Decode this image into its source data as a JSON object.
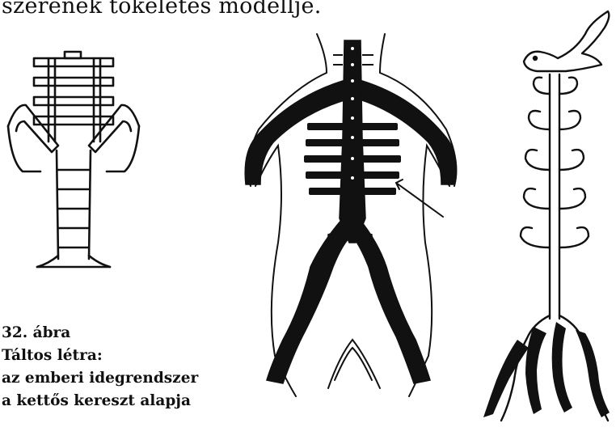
{
  "header": {
    "text": "szerének tökéletes modellje."
  },
  "caption": {
    "lines": [
      "32. ábra",
      "Táltos létra:",
      "az emberi idegrendszer",
      "a kettős kereszt alapja"
    ]
  },
  "colors": {
    "ink": "#111111",
    "paper": "#ffffff"
  },
  "illustrations": [
    {
      "name": "ladder-figure-icon"
    },
    {
      "name": "nervous-system-figure-icon"
    },
    {
      "name": "tree-of-life-figure-icon"
    }
  ]
}
